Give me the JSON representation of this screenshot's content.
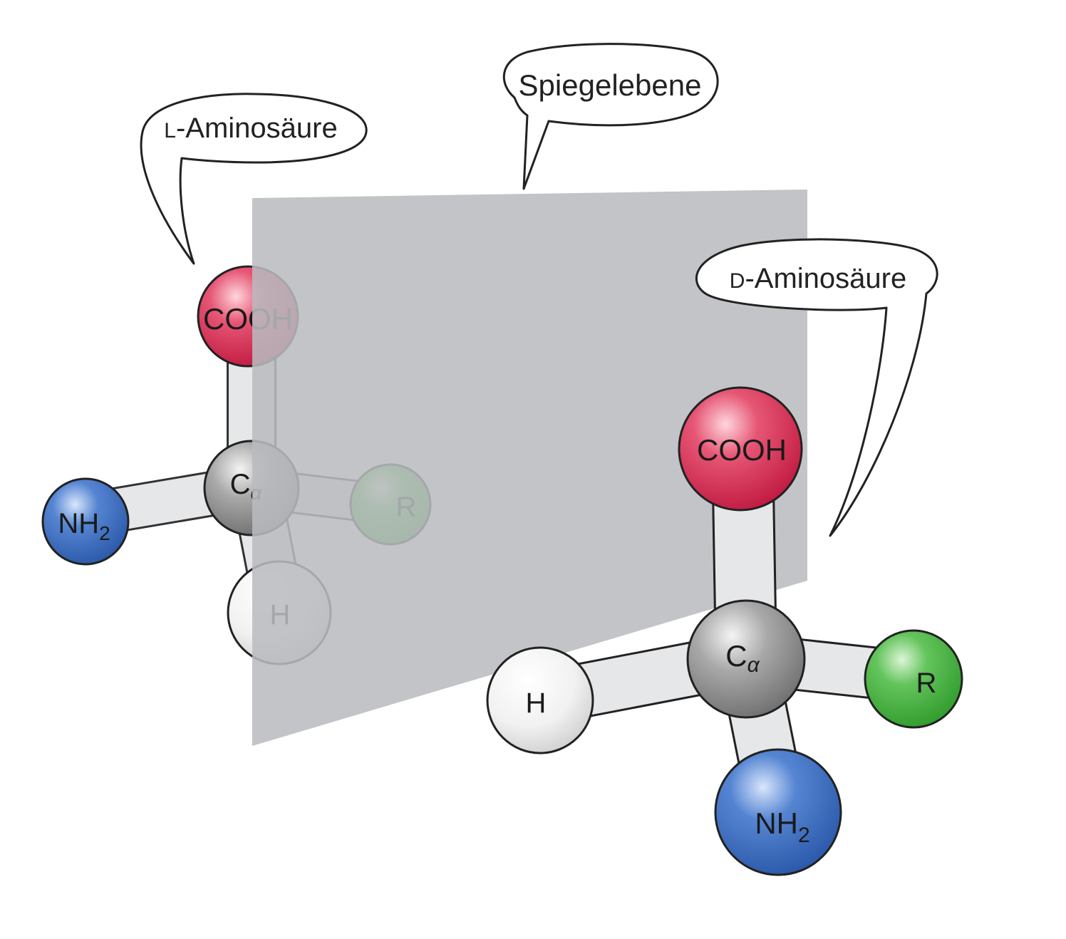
{
  "labels": {
    "mirror_plane": "Spiegelebene",
    "l_amino_acid": {
      "prefix": "L",
      "rest": "-Aminosäure"
    },
    "d_amino_acid": {
      "prefix": "D",
      "rest": "-Aminosäure"
    }
  },
  "molecule_l": {
    "center": {
      "main": "C",
      "sub": "α"
    },
    "carboxyl": "COOH",
    "amino": {
      "main": "NH",
      "sub": "2"
    },
    "hydrogen": "H",
    "side_chain": "R"
  },
  "molecule_d": {
    "center": {
      "main": "C",
      "sub": "α"
    },
    "carboxyl": "COOH",
    "amino": {
      "main": "NH",
      "sub": "2"
    },
    "hydrogen": "H",
    "side_chain": "R"
  },
  "colors": {
    "carboxyl": "#d8294f",
    "amino": "#3a6dc0",
    "side_chain": "#4db648",
    "hydrogen": "#f2f2f2",
    "carbon": "#9a9a9a",
    "bond": "#e6e7e9",
    "mirror": "#b9bbbf"
  }
}
